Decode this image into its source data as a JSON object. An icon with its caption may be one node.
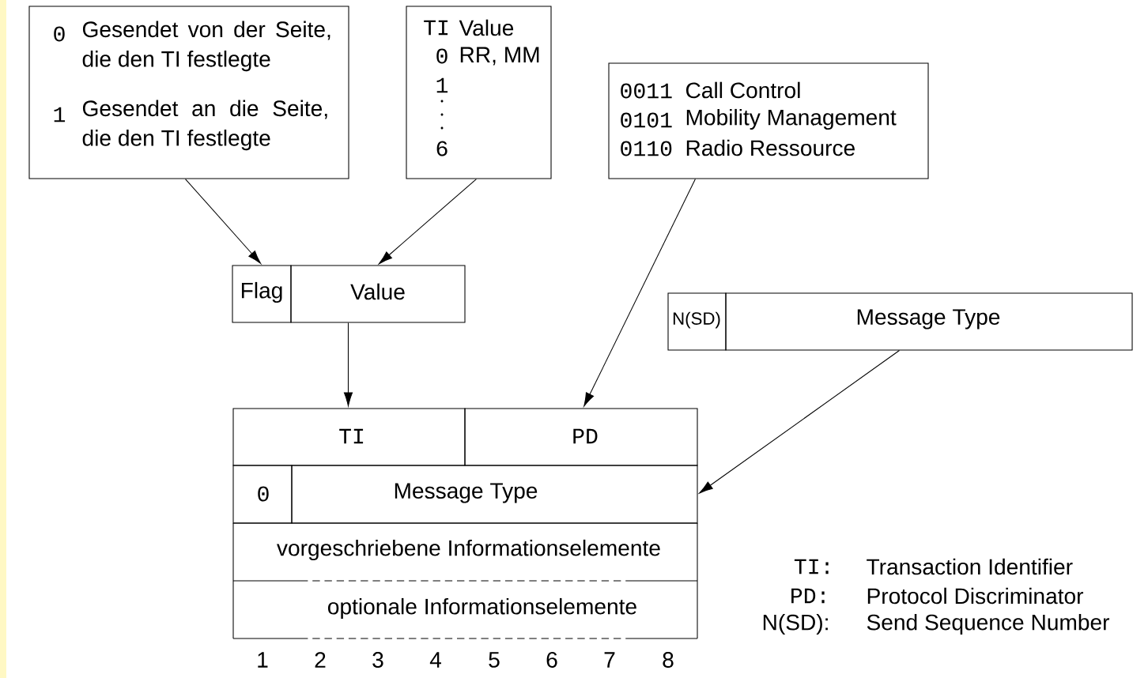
{
  "diagram": {
    "nodes": [
      {
        "text": [
          "0",
          "Gesendet von der Seite, die den TI festlegte",
          "1",
          "Gesendet an die Seite, die den TI festlegte"
        ]
      },
      {
        "text": [
          "TI",
          "Value",
          "0",
          "RR, MM",
          "1",
          "6"
        ]
      },
      {
        "text": [
          "0011",
          "Call Control",
          "0101",
          "Mobility Management",
          "0110",
          "Radio Ressource"
        ]
      },
      {
        "text": [
          "Flag"
        ]
      },
      {
        "text": [
          "Value"
        ]
      },
      {
        "text": [
          "N(SD)"
        ]
      },
      {
        "text": [
          "Message Type"
        ]
      },
      {
        "text": [
          "TI"
        ]
      },
      {
        "text": [
          "PD"
        ]
      },
      {
        "text": [
          "0"
        ]
      },
      {
        "text": [
          "Message Type"
        ]
      },
      {
        "text": [
          "vorgeschriebene Informationselemente"
        ]
      },
      {
        "text": [
          "optionale Informationselemente"
        ]
      }
    ],
    "edges": [
      {
        "from": 0,
        "to": 3,
        "arrow": "to"
      },
      {
        "from": 1,
        "to": 4,
        "arrow": "to"
      },
      {
        "from": 4,
        "to": 7,
        "arrow": "to"
      },
      {
        "from": 2,
        "to": 8,
        "arrow": "to"
      },
      {
        "from": 6,
        "to": 10,
        "arrow": "to"
      }
    ],
    "labels": [
      "1",
      "2",
      "3",
      "4",
      "5",
      "6",
      "7",
      "8",
      "TI:",
      "Transaction Identifier",
      "PD:",
      "Protocol Discriminator",
      "N(SD):",
      "Send Sequence Number"
    ]
  }
}
